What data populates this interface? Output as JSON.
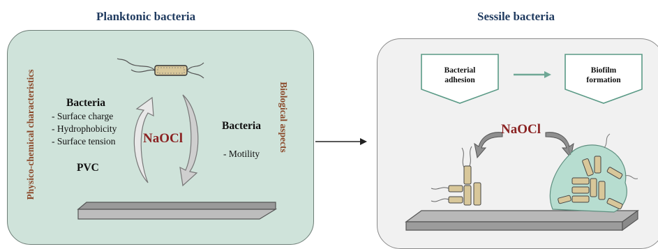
{
  "left": {
    "title": "Planktonic bacteria",
    "vertical_left": "Physico-chemical characteristics",
    "vertical_right": "Biological aspects",
    "bacteria_heading": "Bacteria",
    "characteristics": [
      "- Surface charge",
      "- Hydrophobicity",
      "- Surface tension"
    ],
    "pvc": "PVC",
    "agent": "NaOCl",
    "right_heading": "Bacteria",
    "right_item": "- Motility"
  },
  "right": {
    "title": "Sessile bacteria",
    "box1": [
      "Bacterial",
      "adhesion"
    ],
    "box2": [
      "Biofilm",
      "formation"
    ],
    "agent": "NaOCl"
  },
  "colors": {
    "title": "#1f3a5f",
    "vertical_text": "#8b4a2b",
    "naocl": "#8b2323",
    "left_panel": "#cfe3da",
    "right_panel": "#f1f1f1",
    "box_border": "#5a9a86",
    "process_arrow": "#6fa896",
    "bacterium_fill": "#d8c79a"
  },
  "icons": [
    "curved-arrow-icon",
    "bacterium-icon",
    "surface-slab-icon",
    "biofilm-icon"
  ]
}
